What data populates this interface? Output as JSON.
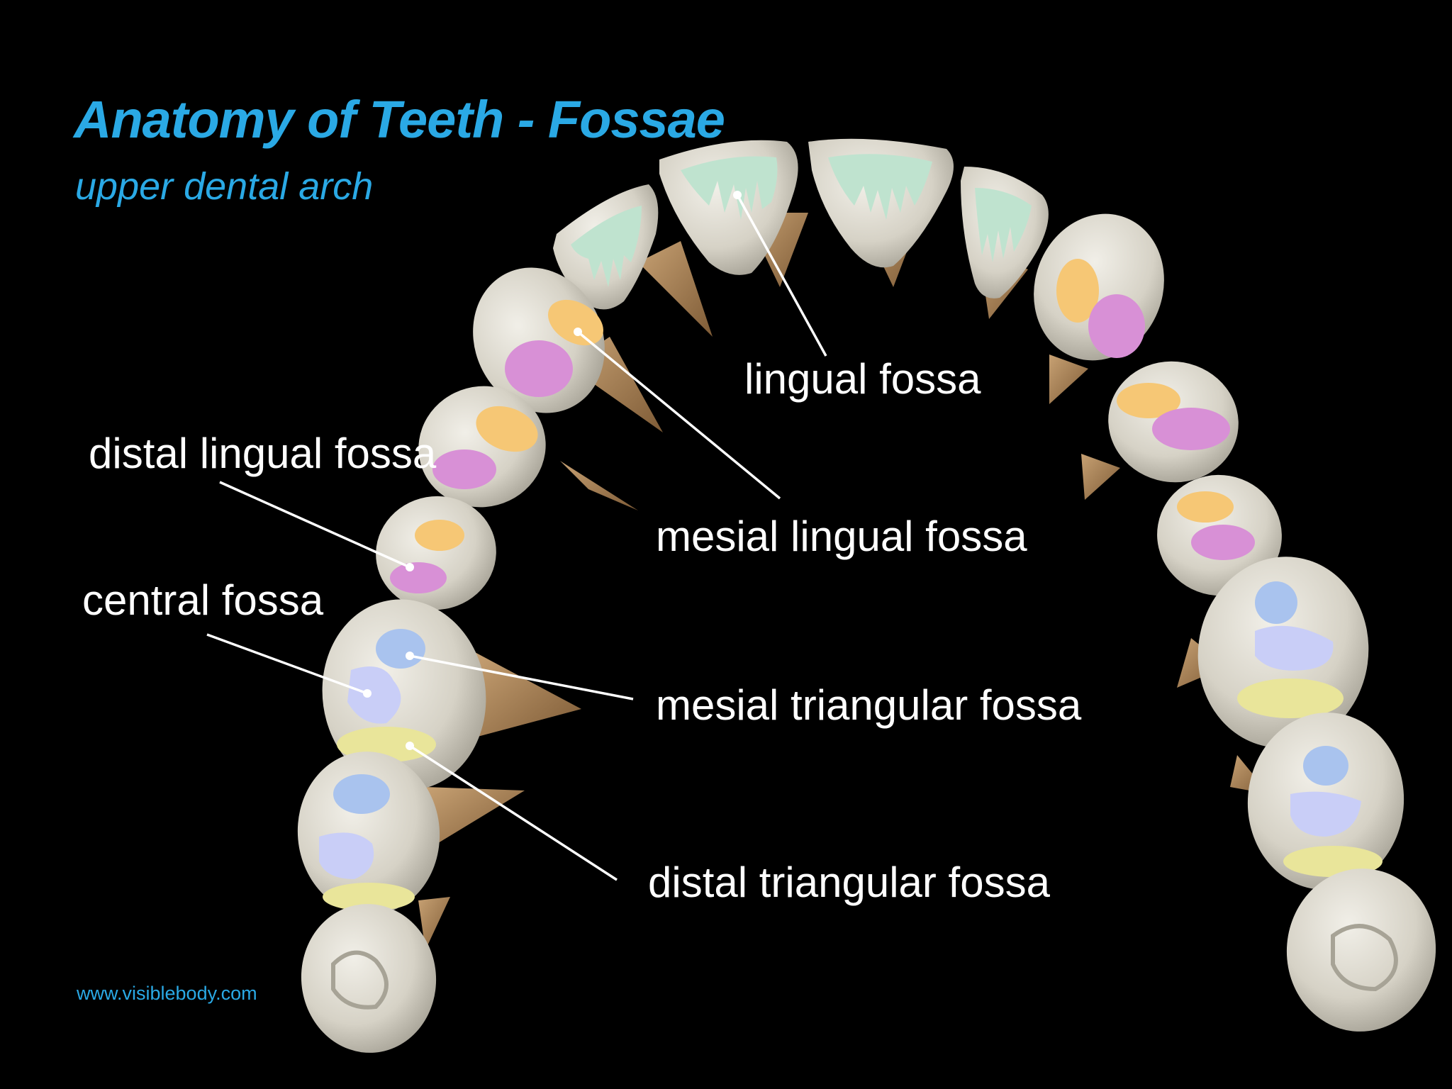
{
  "title": "Anatomy of Teeth - Fossae",
  "subtitle": "upper dental arch",
  "labels": {
    "lingual_fossa": "lingual fossa",
    "distal_lingual_fossa": "distal lingual fossa",
    "mesial_lingual_fossa": "mesial lingual fossa",
    "central_fossa": "central fossa",
    "mesial_triangular_fossa": "mesial triangular fossa",
    "distal_triangular_fossa": "distal triangular fossa"
  },
  "credit": "www.visiblebody.com",
  "colors": {
    "background": "#000000",
    "title": "#2aa9e5",
    "tooth": "#dcd9cf",
    "root": "#a9835a",
    "lingual_fossa": "#bfe3cf",
    "mesial_lingual_fossa": "#f6c775",
    "distal_lingual_fossa": "#d890d6",
    "central_fossa": "#c9cef7",
    "mesial_triangular_fossa": "#a9c3ee",
    "distal_triangular_fossa": "#e9e59a"
  }
}
